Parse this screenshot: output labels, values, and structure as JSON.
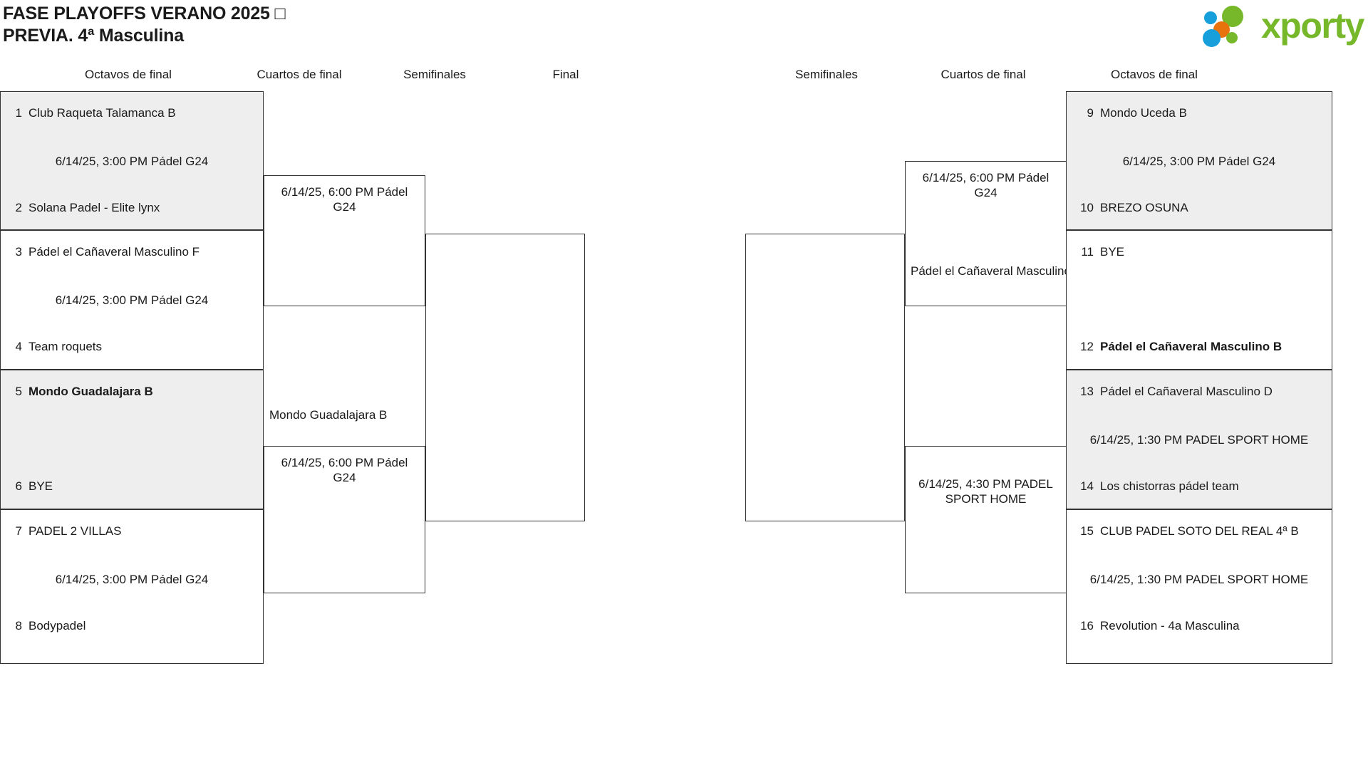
{
  "header": {
    "title": "FASE PLAYOFFS VERANO 2025 □\nPREVIA. 4ª Masculina",
    "logo_text": "xporty",
    "logo_colors": {
      "green": "#76b82a",
      "orange": "#e8720c",
      "blue": "#169fda"
    }
  },
  "round_headers": {
    "left": [
      "Octavos de final",
      "Cuartos de final",
      "Semifinales",
      "Final"
    ],
    "right": [
      "Semifinales",
      "Cuartos de final",
      "Octavos de final"
    ]
  },
  "left_bracket": {
    "octavos": [
      {
        "shaded": true,
        "top_seed": {
          "no": "1",
          "team": "Club Raqueta Talamanca B",
          "winner": false
        },
        "info": "6/14/25, 3:00 PM Pádel G24",
        "bottom_seed": {
          "no": "2",
          "team": "Solana Padel - Elite lynx",
          "winner": false
        }
      },
      {
        "shaded": false,
        "top_seed": {
          "no": "3",
          "team": "Pádel el Cañaveral Masculino F",
          "winner": false
        },
        "info": "6/14/25, 3:00 PM Pádel G24",
        "bottom_seed": {
          "no": "4",
          "team": "Team roquets",
          "winner": false
        }
      },
      {
        "shaded": true,
        "top_seed": {
          "no": "5",
          "team": "Mondo Guadalajara B",
          "winner": true
        },
        "info": "",
        "bottom_seed": {
          "no": "6",
          "team": "BYE",
          "winner": false
        }
      },
      {
        "shaded": false,
        "top_seed": {
          "no": "7",
          "team": "PADEL 2 VILLAS",
          "winner": false
        },
        "info": "6/14/25, 3:00 PM Pádel G24",
        "bottom_seed": {
          "no": "8",
          "team": "Bodypadel",
          "winner": false
        }
      }
    ],
    "cuartos": [
      {
        "info": "6/14/25, 6:00 PM Pádel G24",
        "advanced": ""
      },
      {
        "info": "6/14/25, 6:00 PM Pádel G24",
        "advanced": "Mondo Guadalajara B"
      }
    ],
    "semifinal": {
      "info": ""
    }
  },
  "right_bracket": {
    "octavos": [
      {
        "shaded": true,
        "top_seed": {
          "no": "9",
          "team": "Mondo Uceda B",
          "winner": false
        },
        "info": "6/14/25, 3:00 PM Pádel G24",
        "bottom_seed": {
          "no": "10",
          "team": "BREZO OSUNA",
          "winner": false
        }
      },
      {
        "shaded": false,
        "top_seed": {
          "no": "11",
          "team": "BYE",
          "winner": false
        },
        "info": "",
        "bottom_seed": {
          "no": "12",
          "team": "Pádel el Cañaveral Masculino B",
          "winner": true
        }
      },
      {
        "shaded": true,
        "top_seed": {
          "no": "13",
          "team": "Pádel el Cañaveral Masculino D",
          "winner": false
        },
        "info": "6/14/25, 1:30 PM PADEL SPORT HOME",
        "bottom_seed": {
          "no": "14",
          "team": "Los chistorras pádel team",
          "winner": false
        }
      },
      {
        "shaded": false,
        "top_seed": {
          "no": "15",
          "team": "CLUB PADEL SOTO DEL REAL 4ª B",
          "winner": false
        },
        "info": "6/14/25, 1:30 PM PADEL SPORT HOME",
        "bottom_seed": {
          "no": "16",
          "team": "Revolution - 4a Masculina",
          "winner": false
        }
      }
    ],
    "cuartos": [
      {
        "info": "6/14/25, 6:00 PM Pádel G24",
        "advanced": "Pádel el Cañaveral Masculino B"
      },
      {
        "info": "6/14/25, 4:30 PM PADEL SPORT HOME",
        "advanced": ""
      }
    ],
    "semifinal": {
      "info": ""
    }
  }
}
